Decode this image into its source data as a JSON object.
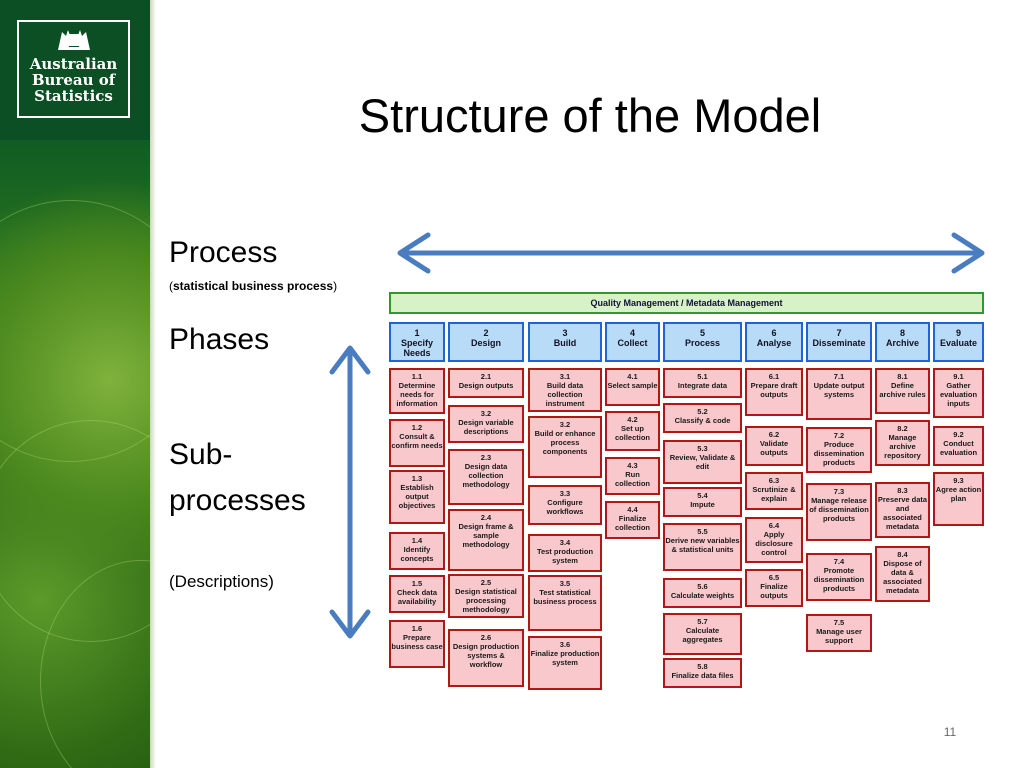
{
  "slide": {
    "title": "Structure of the Model",
    "page_number": "11"
  },
  "logo": {
    "lines": [
      "Australian",
      "Bureau of",
      "Statistics"
    ]
  },
  "labels": {
    "process": "Process",
    "process_sub": "statistical business process",
    "phases": "Phases",
    "subprocesses_line1": "Sub-",
    "subprocesses_line2": "processes",
    "descriptions": "(Descriptions)"
  },
  "model": {
    "quality_bar": "Quality Management / Metadata Management",
    "phases": [
      {
        "num": "1",
        "name": "Specify Needs"
      },
      {
        "num": "2",
        "name": "Design"
      },
      {
        "num": "3",
        "name": "Build"
      },
      {
        "num": "4",
        "name": "Collect"
      },
      {
        "num": "5",
        "name": "Process"
      },
      {
        "num": "6",
        "name": "Analyse"
      },
      {
        "num": "7",
        "name": "Disseminate"
      },
      {
        "num": "8",
        "name": "Archive"
      },
      {
        "num": "9",
        "name": "Evaluate"
      }
    ],
    "subprocesses": {
      "p1": [
        {
          "num": "1.1",
          "name": "Determine needs for information"
        },
        {
          "num": "1.2",
          "name": "Consult & confirm needs"
        },
        {
          "num": "1.3",
          "name": "Establish output objectives"
        },
        {
          "num": "1.4",
          "name": "Identify concepts"
        },
        {
          "num": "1.5",
          "name": "Check data availability"
        },
        {
          "num": "1.6",
          "name": "Prepare business case"
        }
      ],
      "p2": [
        {
          "num": "2.1",
          "name": "Design outputs"
        },
        {
          "num": "3.2",
          "name": "Design variable descriptions"
        },
        {
          "num": "2.3",
          "name": "Design data collection methodology"
        },
        {
          "num": "2.4",
          "name": "Design frame & sample methodology"
        },
        {
          "num": "2.5",
          "name": "Design statistical processing methodology"
        },
        {
          "num": "2.6",
          "name": "Design production systems & workflow"
        }
      ],
      "p3": [
        {
          "num": "3.1",
          "name": "Build data collection instrument"
        },
        {
          "num": "3.2",
          "name": "Build or enhance process components"
        },
        {
          "num": "3.3",
          "name": "Configure workflows"
        },
        {
          "num": "3.4",
          "name": "Test production system"
        },
        {
          "num": "3.5",
          "name": "Test statistical business process"
        },
        {
          "num": "3.6",
          "name": "Finalize production system"
        }
      ],
      "p4": [
        {
          "num": "4.1",
          "name": "Select sample"
        },
        {
          "num": "4.2",
          "name": "Set up collection"
        },
        {
          "num": "4.3",
          "name": "Run collection"
        },
        {
          "num": "4.4",
          "name": "Finalize collection"
        }
      ],
      "p5": [
        {
          "num": "5.1",
          "name": "Integrate data"
        },
        {
          "num": "5.2",
          "name": "Classify & code"
        },
        {
          "num": "5.3",
          "name": "Review, Validate & edit"
        },
        {
          "num": "5.4",
          "name": "Impute"
        },
        {
          "num": "5.5",
          "name": "Derive new variables & statistical units"
        },
        {
          "num": "5.6",
          "name": "Calculate weights"
        },
        {
          "num": "5.7",
          "name": "Calculate aggregates"
        },
        {
          "num": "5.8",
          "name": "Finalize data files"
        }
      ],
      "p6": [
        {
          "num": "6.1",
          "name": "Prepare draft outputs"
        },
        {
          "num": "6.2",
          "name": "Validate outputs"
        },
        {
          "num": "6.3",
          "name": "Scrutinize & explain"
        },
        {
          "num": "6.4",
          "name": "Apply disclosure control"
        },
        {
          "num": "6.5",
          "name": "Finalize outputs"
        }
      ],
      "p7": [
        {
          "num": "7.1",
          "name": "Update output systems"
        },
        {
          "num": "7.2",
          "name": "Produce dissemination products"
        },
        {
          "num": "7.3",
          "name": "Manage release of dissemination products"
        },
        {
          "num": "7.4",
          "name": "Promote dissemination products"
        },
        {
          "num": "7.5",
          "name": "Manage user support"
        }
      ],
      "p8": [
        {
          "num": "8.1",
          "name": "Define archive rules"
        },
        {
          "num": "8.2",
          "name": "Manage archive repository"
        },
        {
          "num": "8.3",
          "name": "Preserve data and associated metadata"
        },
        {
          "num": "8.4",
          "name": "Dispose of data & associated metadata"
        }
      ],
      "p9": [
        {
          "num": "9.1",
          "name": "Gather evaluation inputs"
        },
        {
          "num": "9.2",
          "name": "Conduct evaluation"
        },
        {
          "num": "9.3",
          "name": "Agree action plan"
        }
      ]
    }
  },
  "colors": {
    "arrow": "#4a7dbf",
    "phase_fill": "#b8dcf8",
    "subprocess_fill": "#f8c8cc",
    "quality_fill": "#d6f2c6"
  }
}
